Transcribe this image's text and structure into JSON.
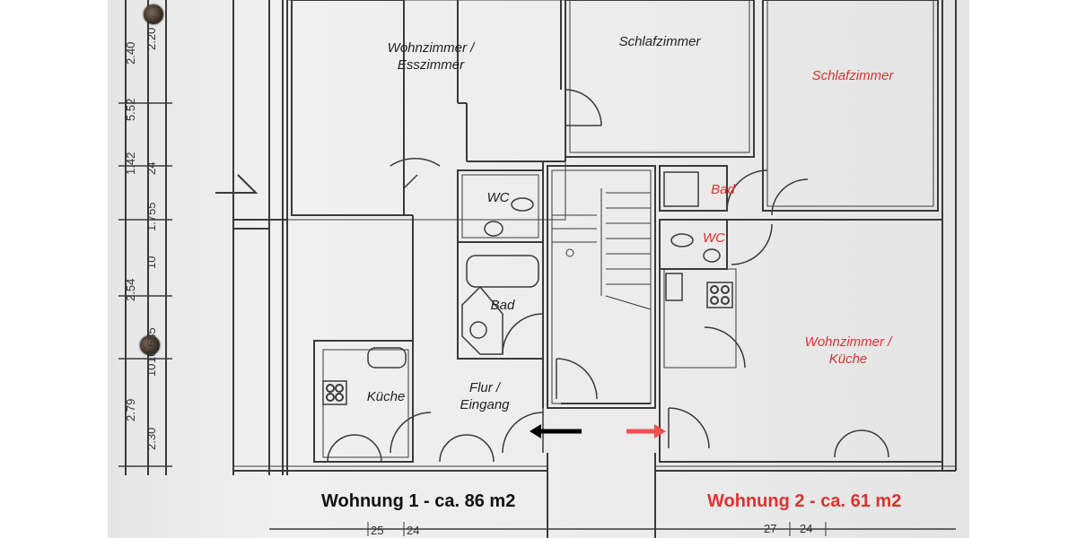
{
  "apartments": {
    "wohnung1": {
      "caption": "Wohnung 1 - ca. 86 m2",
      "caption_color": "#111111",
      "rooms": {
        "wohnzimmer": "Wohnzimmer /\nEsszimmer",
        "schlafzimmer": "Schlafzimmer",
        "wc": "WC",
        "bad": "Bad",
        "kueche": "Küche",
        "flur": "Flur /\nEingang"
      }
    },
    "wohnung2": {
      "caption": "Wohnung 2 - ca. 61 m2",
      "caption_color": "#e03030",
      "rooms": {
        "schlafzimmer": "Schlafzimmer",
        "bad": "Bad",
        "wc": "WC",
        "wohnzimmer_kueche": "Wohnzimmer /\nKüche"
      }
    }
  },
  "entrance_arrows": {
    "left_color": "#000000",
    "right_color": "#f05050"
  },
  "dimensions": {
    "col_a": [
      "2.40",
      "5.52",
      "1.42",
      "2.54",
      "2.79",
      "2.30"
    ],
    "col_b": [
      "2.20",
      "1.755",
      "24",
      "10",
      "10.685",
      "10"
    ],
    "bottom": [
      "25",
      "24",
      "27",
      "24"
    ]
  }
}
